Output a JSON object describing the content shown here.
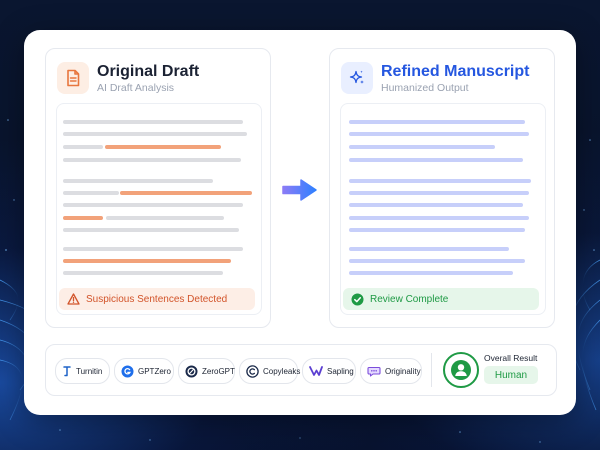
{
  "left_panel": {
    "title": "Original Draft",
    "subtitle": "AI Draft Analysis",
    "icon": "document-icon",
    "status": "Suspicious Sentences Detected",
    "status_icon": "warning-icon"
  },
  "right_panel": {
    "title": "Refined Manuscript",
    "subtitle": "Humanized Output",
    "icon": "sparkle-icon",
    "status": "Review Complete",
    "status_icon": "check-circle-icon"
  },
  "detectors": [
    {
      "label": "Turnitin",
      "icon": "turnitin-icon"
    },
    {
      "label": "GPTZero",
      "icon": "gptzero-icon"
    },
    {
      "label": "ZeroGPT",
      "icon": "zerogpt-icon"
    },
    {
      "label": "Copyleaks",
      "icon": "copyleaks-icon"
    },
    {
      "label": "Sapling",
      "icon": "sapling-icon"
    },
    {
      "label": "Originality",
      "icon": "originality-icon"
    }
  ],
  "result": {
    "label": "Overall Result",
    "value": "Human",
    "icon": "user-icon"
  },
  "colors": {
    "accent_blue": "#2557e0",
    "highlight_orange": "#f2a27a",
    "success_green": "#1f9a45",
    "warning_red": "#d2542a"
  }
}
